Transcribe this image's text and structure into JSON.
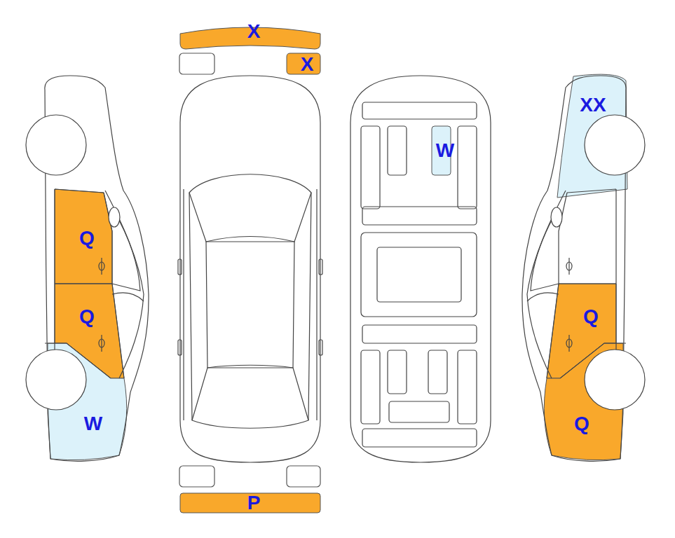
{
  "diagram": {
    "nodes": [
      {
        "text": [
          "X"
        ]
      },
      {
        "text": [
          "X"
        ]
      },
      {
        "text": [
          "XX"
        ]
      },
      {
        "text": [
          "W"
        ]
      },
      {
        "text": [
          "Q"
        ]
      },
      {
        "text": [
          "Q"
        ]
      },
      {
        "text": [
          "Q"
        ]
      },
      {
        "text": [
          "W"
        ]
      },
      {
        "text": [
          "Q"
        ]
      },
      {
        "text": [
          "P"
        ]
      }
    ]
  }
}
